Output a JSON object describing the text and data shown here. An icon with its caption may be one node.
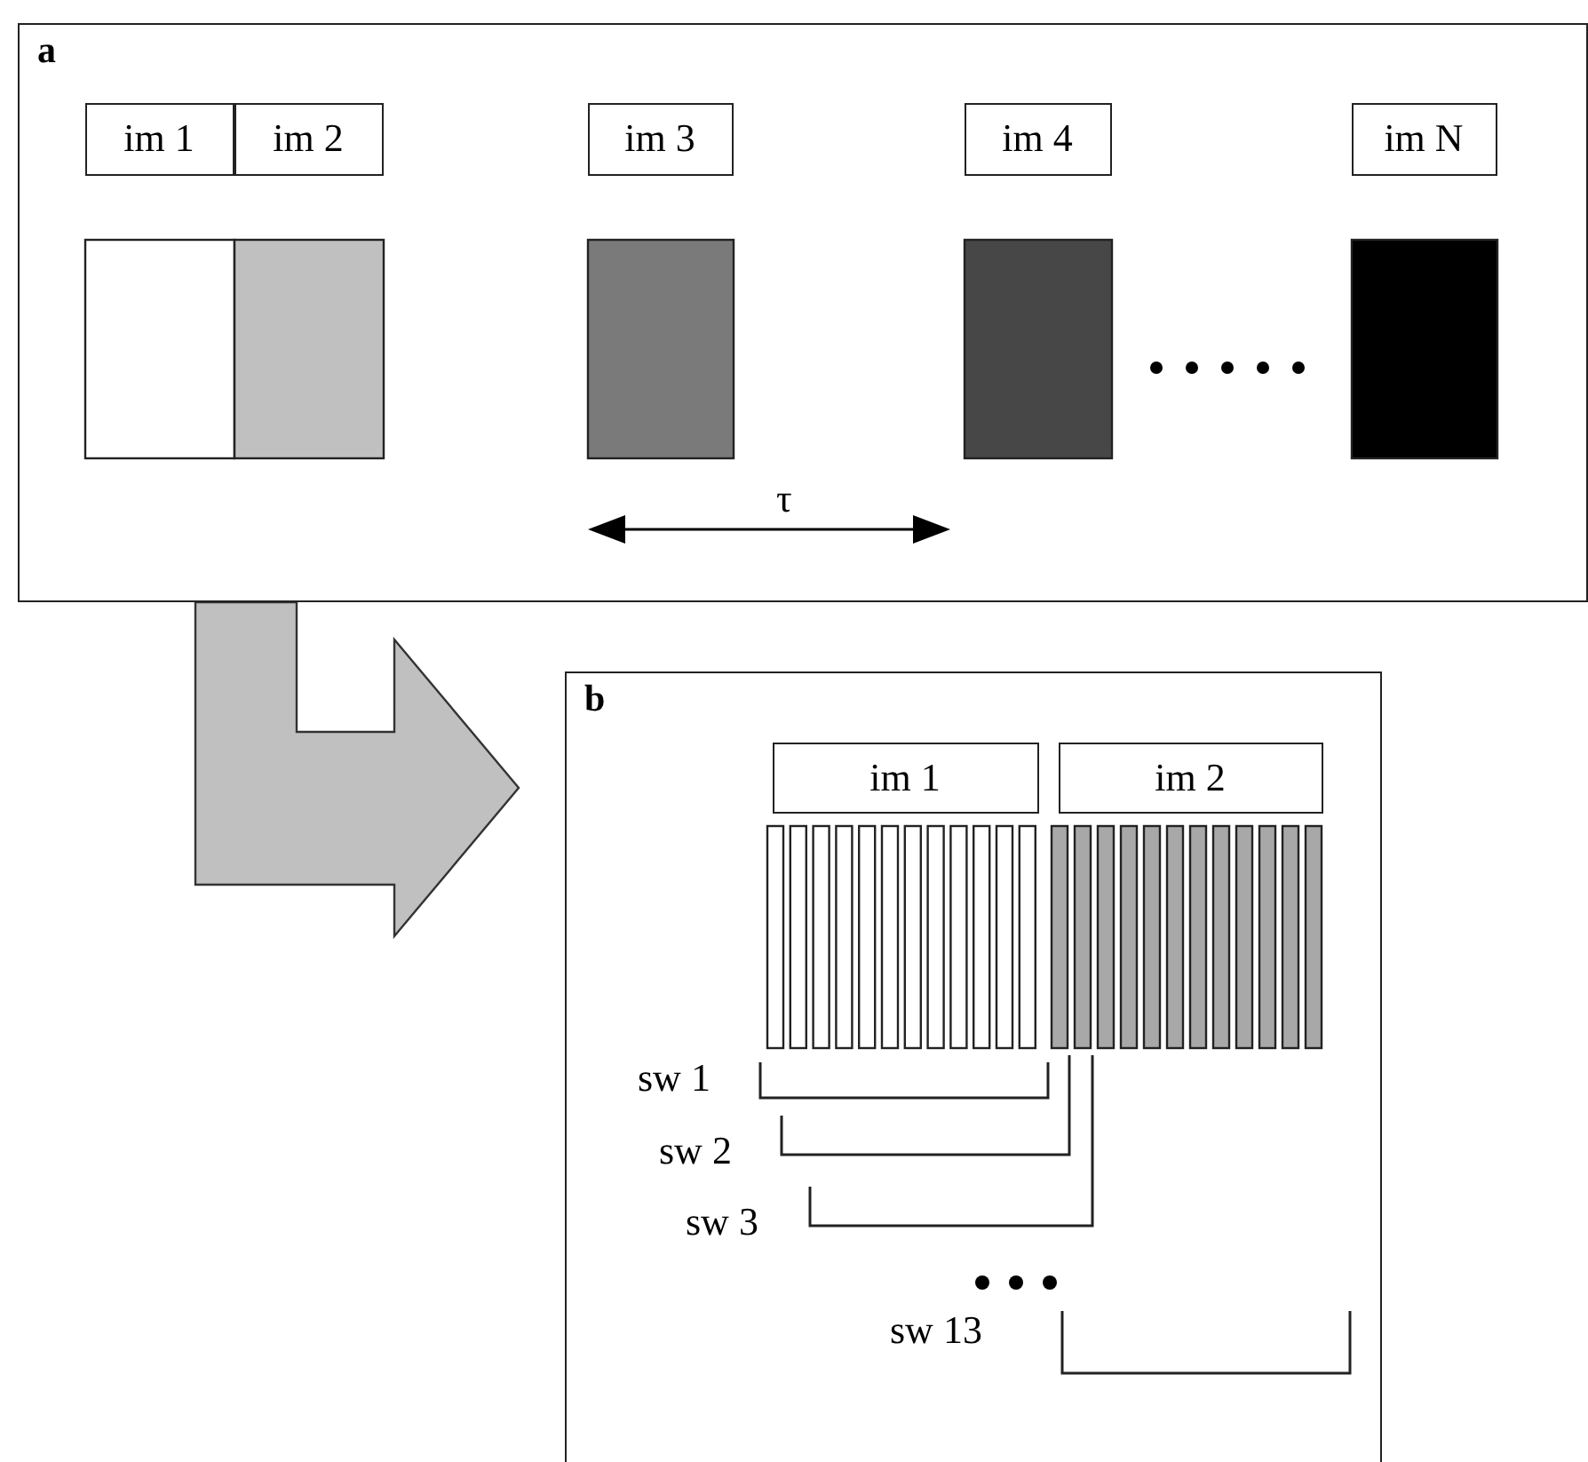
{
  "diagram": {
    "nodes": [
      {
        "text": [
          "a"
        ]
      },
      {
        "text": [
          "im 1"
        ],
        "in": 0
      },
      {
        "text": [
          "im 2"
        ],
        "in": 0
      },
      {
        "text": [
          "im 3"
        ],
        "in": 0
      },
      {
        "text": [
          "im 4"
        ],
        "in": 0
      },
      {
        "text": [
          "im N"
        ],
        "in": 0
      },
      {
        "text": [
          "b"
        ]
      },
      {
        "text": [
          "im 1"
        ],
        "in": 6
      },
      {
        "text": [
          "im 2"
        ],
        "in": 6
      }
    ],
    "edges": [
      {
        "from": 0,
        "to": 6,
        "arrow": "to",
        "style": "thick",
        "color": "#c0c0c0"
      }
    ],
    "labels": [
      "τ",
      "sw 1",
      "sw 2",
      "sw 3",
      "sw 13"
    ]
  }
}
